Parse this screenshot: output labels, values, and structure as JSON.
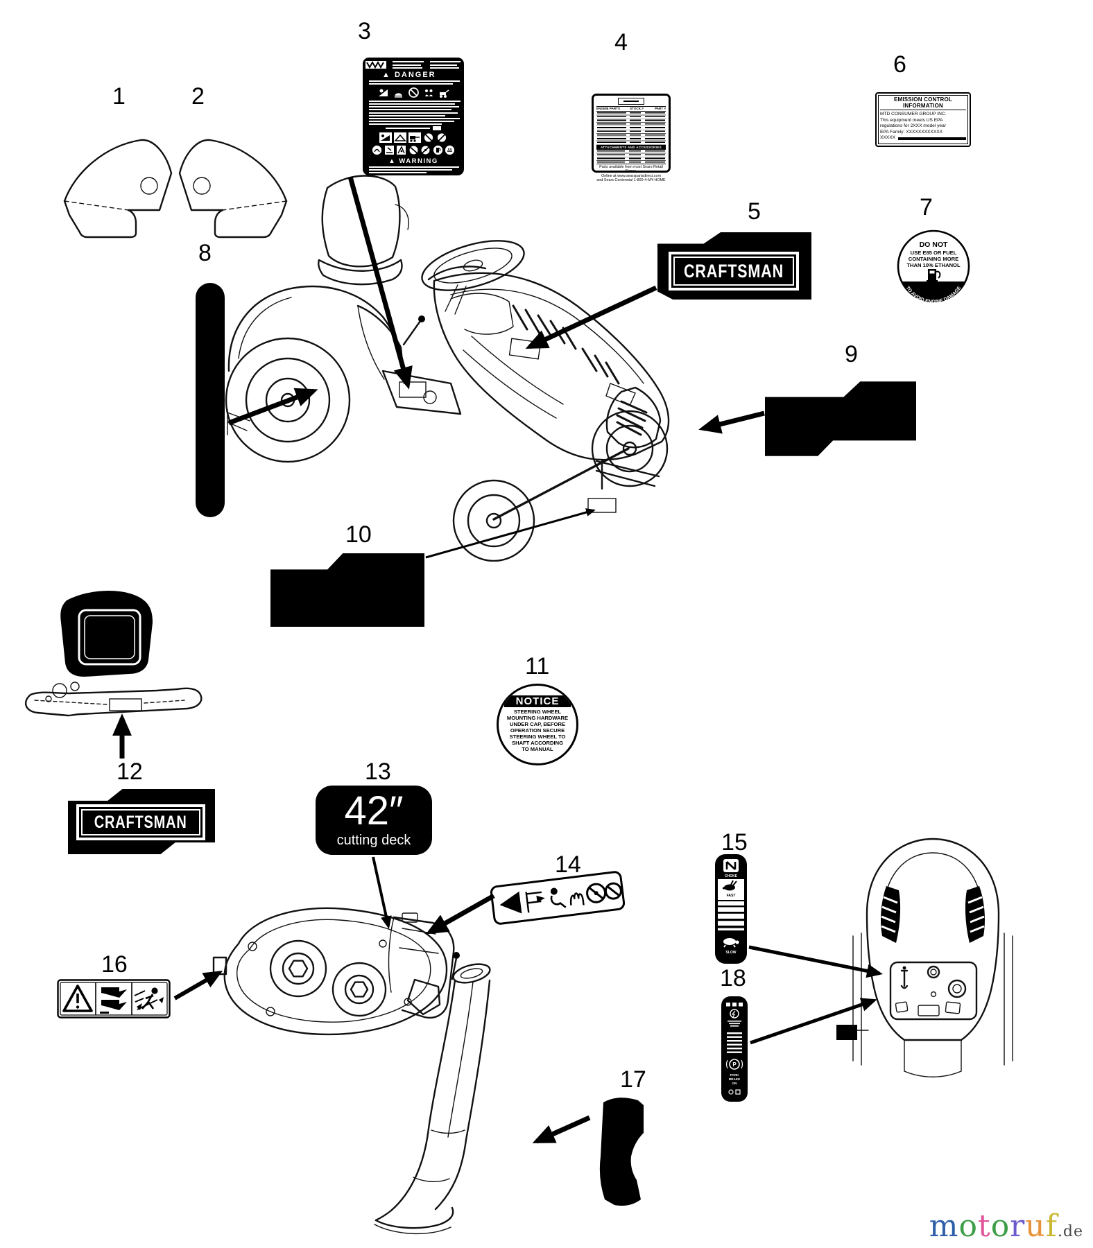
{
  "watermark": {
    "letters": [
      {
        "char": "m",
        "color": "#2e5fa8"
      },
      {
        "char": "o",
        "color": "#3d9e47"
      },
      {
        "char": "t",
        "color": "#e0559a"
      },
      {
        "char": "o",
        "color": "#3d9e47"
      },
      {
        "char": "r",
        "color": "#6a5acd"
      },
      {
        "char": "u",
        "color": "#e8923c"
      },
      {
        "char": "f",
        "color": "#c9b832"
      }
    ],
    "suffix": ".de",
    "suffix_color": "#4a4a4a"
  },
  "callouts": [
    {
      "label": "1"
    },
    {
      "label": "2"
    },
    {
      "label": "3"
    },
    {
      "label": "4"
    },
    {
      "label": "5"
    },
    {
      "label": "6"
    },
    {
      "label": "7"
    },
    {
      "label": "8"
    },
    {
      "label": "9"
    },
    {
      "label": "10"
    },
    {
      "label": "11"
    },
    {
      "label": "12"
    },
    {
      "label": "13"
    },
    {
      "label": "14"
    },
    {
      "label": "15"
    },
    {
      "label": "16"
    },
    {
      "label": "17"
    },
    {
      "label": "18"
    }
  ],
  "decals": {
    "danger": {
      "title": "DANGER",
      "warning": "WARNING",
      "triangle": "▲"
    },
    "parts_table": {
      "headers": [
        "ENGINE PARTS",
        "STOCK #",
        "PART #"
      ],
      "band": "ATTACHMENTS AND ACCESSORIES",
      "footer": [
        "Parts available from most Sears Retail Stores,",
        "Online at www.searspartsdirect.com",
        "and Sears Centennial 1-800-4-MY-HOME"
      ]
    },
    "craftsman": {
      "brand": "CRAFTSMAN"
    },
    "emissions": {
      "title": "EMISSION CONTROL INFORMATION",
      "line1": "MTD CONSUMER GROUP INC.",
      "line2": "This equipment meets US EPA",
      "line3": "regulations for 2XXX model year",
      "line4": "EPA Family: XXXXXXXXXXXX",
      "line5": "XXXXX"
    },
    "fuel": {
      "line1": "DO NOT",
      "line2": "USE E85 OR FUEL",
      "line3": "CONTAINING MORE",
      "line4": "THAN 10% ETHANOL",
      "arc": "TO AVOID ENGINE DAMAGE"
    },
    "notice": {
      "title": "NOTICE",
      "line1": "STEERING WHEEL",
      "line2": "MOUNTING HARDWARE",
      "line3": "UNDER CAP, BEFORE",
      "line4": "OPERATION SECURE",
      "line5": "STEERING WHEEL TO",
      "line6": "SHAFT ACCORDING",
      "line7": "TO MANUAL"
    },
    "deck_size": {
      "size": "42″",
      "label": "cutting deck"
    },
    "throttle": {
      "choke": "CHOKE",
      "fast": "FAST",
      "slow": "SLOW"
    },
    "shift18": {
      "line1": "PARK",
      "line2": "BRAKE",
      "line3": "ON"
    }
  }
}
